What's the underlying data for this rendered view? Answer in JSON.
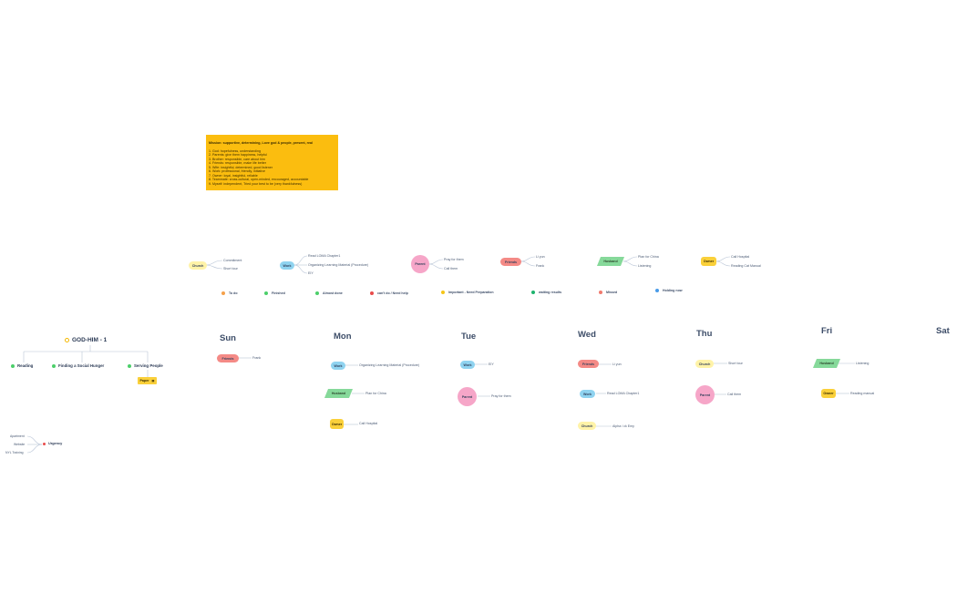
{
  "note": {
    "heading": "Mission: supportive, determining, Love god & people, present, real",
    "items": [
      "1. God: hopefulness, understanding",
      "2. Parents: give them happiness, helpful",
      "3. Brother: responsible, care about him",
      "4. Friends: responsible, make life better",
      "5. Wife: insightful, determined, good listener",
      "6. Work: professional, friendly, initiative",
      "7. Owner: loyal, insightful, reliable",
      "8. Teammate: cross-cultural, open-minded, encouraged, accountable",
      "9. Myself: independent, Tried your best to be (very thankfulness)"
    ]
  },
  "roles": {
    "church": {
      "label": "Church",
      "items": [
        "Commitment",
        "Short tour"
      ]
    },
    "work": {
      "label": "Work",
      "items": [
        "Read LOMA Chapter1",
        "Organizing Learning Material (Procedure)",
        "EIY"
      ]
    },
    "parent": {
      "label": "Parent",
      "items": [
        "Pray for them",
        "Call them"
      ]
    },
    "friends": {
      "label": "Friends",
      "items": [
        "Li yun",
        "Frank"
      ]
    },
    "husband": {
      "label": "Husband",
      "items": [
        "Plan for China",
        "Listening"
      ]
    },
    "owner": {
      "label": "Owner",
      "items": [
        "Call Hospital",
        "Reading Cat Manual"
      ]
    }
  },
  "legend": [
    {
      "label": "To do",
      "color": "#f5a14a"
    },
    {
      "label": "Finished",
      "color": "#4ccf6a"
    },
    {
      "label": "Almost done",
      "color": "#4ccf6a"
    },
    {
      "label": "can't do / Need help",
      "color": "#e84b4b"
    },
    {
      "label": "Important - Need Preparation",
      "color": "#f5c518"
    },
    {
      "label": "waiting results",
      "color": "#1eb36e"
    },
    {
      "label": "Missed",
      "color": "#f07a6e"
    },
    {
      "label": "Holding now",
      "color": "#4a9be8"
    }
  ],
  "days": {
    "sun": {
      "title": "Sun",
      "entries": [
        {
          "tag": "Friends",
          "text": "Frank"
        }
      ]
    },
    "mon": {
      "title": "Mon",
      "entries": [
        {
          "tag": "Work",
          "text": "Organizing Learning Material (Procedure)"
        },
        {
          "tag": "Husband",
          "text": "Plan for China"
        },
        {
          "tag": "Owner",
          "text": "Call Hospital"
        }
      ]
    },
    "tue": {
      "title": "Tue",
      "entries": [
        {
          "tag": "Work",
          "text": "EIY"
        },
        {
          "tag": "Parent",
          "text": "Pray for them"
        }
      ]
    },
    "wed": {
      "title": "Wed",
      "entries": [
        {
          "tag": "Friends",
          "text": "Li yun"
        },
        {
          "tag": "Work",
          "text": "Read LOMA Chapter1"
        },
        {
          "tag": "Church",
          "text": "Alpha / ck Emy"
        }
      ]
    },
    "thu": {
      "title": "Thu",
      "entries": [
        {
          "tag": "Church",
          "text": "Short tour"
        },
        {
          "tag": "Parent",
          "text": "Call them"
        }
      ]
    },
    "fri": {
      "title": "Fri",
      "entries": [
        {
          "tag": "Husband",
          "text": "Listening"
        },
        {
          "tag": "Owner",
          "text": "Reading manual"
        }
      ]
    },
    "sat": {
      "title": "Sat",
      "entries": []
    }
  },
  "mindmap": {
    "title": "GOD-HIM - 1",
    "branches": [
      "Reading",
      "Finding a Social Hunger",
      "Serving People"
    ],
    "sub_tag": "Paper",
    "urgency": {
      "label": "Urgency",
      "items": [
        "Apartment",
        "Website",
        "NYL Training"
      ]
    }
  },
  "colors": {
    "note": "#fbbd0f",
    "church": "#fff3a8",
    "work": "#8fd3f0",
    "parent": "#f6a6c8",
    "friends": "#f48a86",
    "husband": "#86d99a",
    "owner": "#fad03a"
  }
}
